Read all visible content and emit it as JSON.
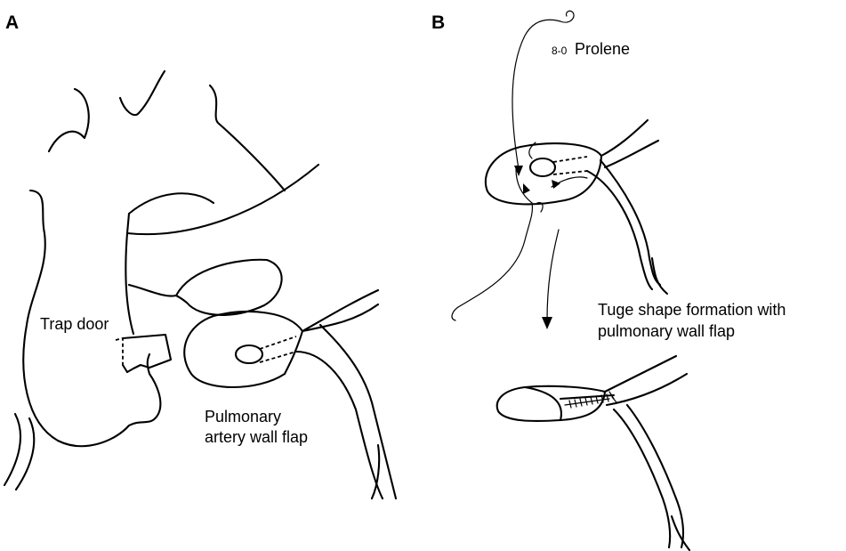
{
  "panels": {
    "a": {
      "letter": "A",
      "labels": {
        "trap_door": "Trap door",
        "flap_line1": "Pulmonary",
        "flap_line2": "artery wall flap"
      }
    },
    "b": {
      "letter": "B",
      "labels": {
        "suture_size": "8-0",
        "suture_name": "Prolene",
        "formation_line1": "Tuge shape formation with",
        "formation_line2": "pulmonary wall flap"
      }
    }
  }
}
